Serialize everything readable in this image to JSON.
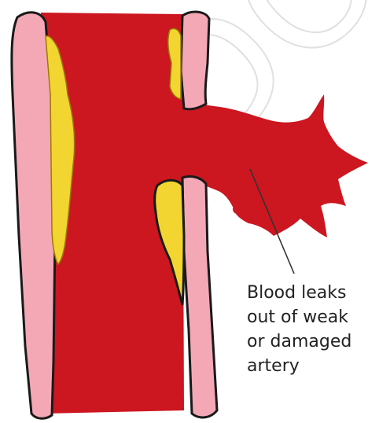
{
  "diagram": {
    "watermark": "DO N",
    "caption_lines": [
      "Blood leaks",
      "out of weak",
      "or damaged",
      "artery"
    ],
    "colors": {
      "blood": "#cc1620",
      "vessel_wall": "#f4a8b6",
      "plaque": "#f2d530",
      "outline": "#1a1a1a",
      "pointer": "#333333",
      "watermark": "#c8c8c8"
    }
  }
}
